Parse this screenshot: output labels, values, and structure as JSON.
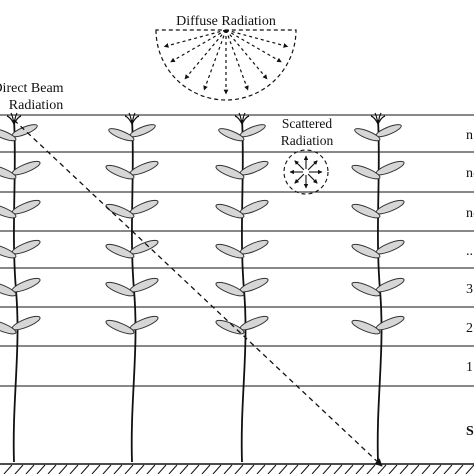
{
  "labels": {
    "diffuse": "Diffuse Radiation",
    "direct_line1": "Direct Beam",
    "direct_line2": "Radiation",
    "scattered_line1": "Scattered",
    "scattered_line2": "Radiation"
  },
  "layers": [
    "n",
    "n-",
    "n-",
    "...",
    "3",
    "2",
    "1",
    "S"
  ],
  "plants": 4,
  "colors": {
    "line": "#111111",
    "leaf_fill": "#d6d6d6",
    "leaf_stroke": "#333333",
    "background": "#ffffff"
  }
}
